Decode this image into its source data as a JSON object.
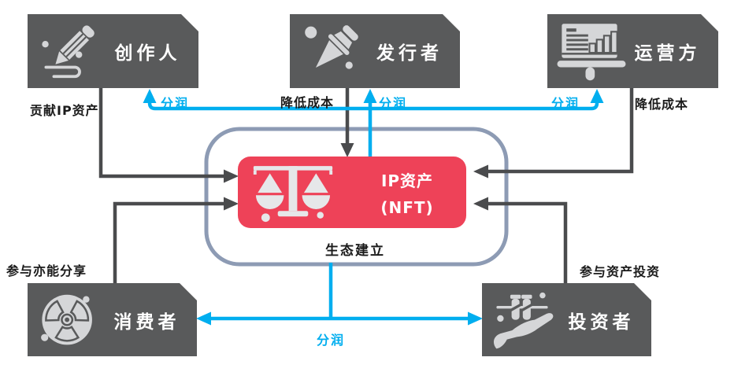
{
  "diagram": {
    "parties": {
      "creator": {
        "label": "创作人",
        "icon": "pencil-icon"
      },
      "issuer": {
        "label": "发行者",
        "icon": "pushpin-icon"
      },
      "operator": {
        "label": "运营方",
        "icon": "presentation-chart-icon"
      },
      "consumer": {
        "label": "消费者",
        "icon": "fan-wheel-icon"
      },
      "investor": {
        "label": "投资者",
        "icon": "hand-holding-assets-icon"
      }
    },
    "center": {
      "title_line1": "IP资产",
      "title_line2": "(NFT)",
      "caption": "生态建立",
      "icon": "balance-scales-icon"
    },
    "edge_labels": {
      "contribute_ip": "贡献IP资产",
      "share_creator": "分润",
      "reduce_cost_issuer": "降低成本",
      "share_issuer": "分润",
      "share_operator": "分润",
      "reduce_cost_operator": "降低成本",
      "participate_share": "参与亦能分享",
      "participate_invest": "参与资产投资",
      "share_bottom": "分润"
    },
    "colors": {
      "party_box": "#595a5b",
      "icon_light": "#d5d6d8",
      "center_box": "#ee4258",
      "profit_flow_blue": "#00aeef",
      "cost_flow_dark": "#4a4b4d",
      "ecosystem_border": "#8d9bb4",
      "label_black": "#1b1b1b",
      "box_text_white": "#ffffff"
    }
  }
}
